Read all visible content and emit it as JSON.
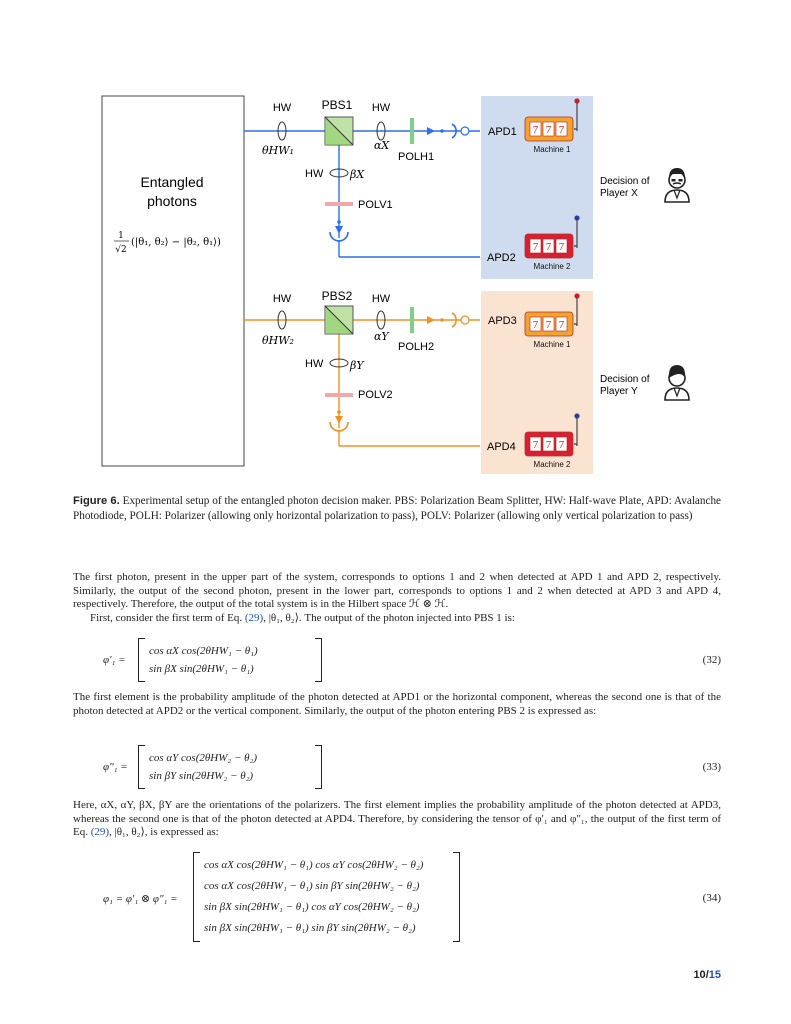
{
  "figure": {
    "entangled_label": [
      "Entangled",
      "photons"
    ],
    "state_formula": "(|θ₁, θ₂⟩ − |θ₂, θ₁⟩)",
    "upper": {
      "hw_left": "HW",
      "pbs": "PBS1",
      "hw_right": "HW",
      "theta": "θHW₁",
      "alpha": "αX",
      "polh": "POLH1",
      "hw_down": "HW",
      "beta": "βX",
      "polv": "POLV1",
      "apd_a": "APD1",
      "apd_b": "APD2",
      "machine_a": "Machine 1",
      "machine_b": "Machine 2",
      "decision": [
        "Decision of",
        "Player X"
      ]
    },
    "lower": {
      "hw_left": "HW",
      "pbs": "PBS2",
      "hw_right": "HW",
      "theta": "θHW₂",
      "alpha": "αY",
      "polh": "POLH2",
      "hw_down": "HW",
      "beta": "βY",
      "polv": "POLV2",
      "apd_a": "APD3",
      "apd_b": "APD4",
      "machine_a": "Machine 1",
      "machine_b": "Machine 2",
      "decision": [
        "Decision of",
        "Player Y"
      ]
    },
    "slot_digits": "777",
    "colors": {
      "upper_beam": "#2b6ef0",
      "lower_beam": "#f0921e",
      "upper_panel": "#cfdcef",
      "lower_panel": "#fbe3d2",
      "slot_body": "#f2a32c",
      "slot_body_alt": "#d92032"
    }
  },
  "caption": {
    "label": "Figure 6.",
    "text": "Experimental setup of the entangled photon decision maker. PBS: Polarization Beam Splitter, HW: Half-wave Plate, APD: Avalanche Photodiode, POLH: Polarizer (allowing only horizontal polarization to pass), POLV: Polarizer (allowing only vertical polarization to pass)"
  },
  "paragraphs": {
    "p1": "The first photon, present in the upper part of the system, corresponds to options 1 and 2 when detected at APD 1 and APD 2, respectively. Similarly, the output of the second photon, present in the lower part, corresponds to options 1 and 2 when detected at APD 3 and APD 4, respectively. Therefore, the output of the total system is in the Hilbert space ℋ ⊗ ℋ.",
    "p2_a": "First, consider the first term of Eq. ",
    "p2_ref": "(29)",
    "p2_b": ", |θ₁, θ₂⟩. The output of the photon injected into PBS 1 is:",
    "p3": "The first element is the probability amplitude of the photon detected at APD1 or the horizontal component, whereas the second one is that of the photon detected at APD2 or the vertical component. Similarly, the output of the photon entering PBS 2 is expressed as:",
    "p4_a": "Here, αX, αY, βX, βY are the orientations of the polarizers. The first element implies the probability amplitude of the photon detected at APD3, whereas the second one is that of the photon detected at APD4. Therefore, by considering the tensor of φ′₁ and φ″₁, the output of the first term of Eq. ",
    "p4_ref": "(29)",
    "p4_b": ", |θ₁, θ₂⟩, is expressed as:"
  },
  "equations": {
    "eq32": {
      "lhs": "φ′₁ =",
      "rows": [
        "cos αX cos(2θHW₁ − θ₁)",
        "sin βX sin(2θHW₁ − θ₁)"
      ],
      "number": "(32)"
    },
    "eq33": {
      "lhs": "φ″₁ =",
      "rows": [
        "cos αY cos(2θHW₂ − θ₂)",
        "sin βY sin(2θHW₂ − θ₂)"
      ],
      "number": "(33)"
    },
    "eq34": {
      "lhs": "φ₁ = φ′₁ ⊗ φ″₁ =",
      "rows": [
        "cos αX cos(2θHW₁ − θ₁) cos αY cos(2θHW₂ − θ₂)",
        "cos αX cos(2θHW₁ − θ₁) sin βY sin(2θHW₂ − θ₂)",
        "sin βX sin(2θHW₁ − θ₁) cos αY cos(2θHW₂ − θ₂)",
        "sin βX sin(2θHW₁ − θ₁) sin βY sin(2θHW₂ − θ₂)"
      ],
      "number": "(34)"
    }
  },
  "page": {
    "current": "10",
    "total": "15"
  }
}
